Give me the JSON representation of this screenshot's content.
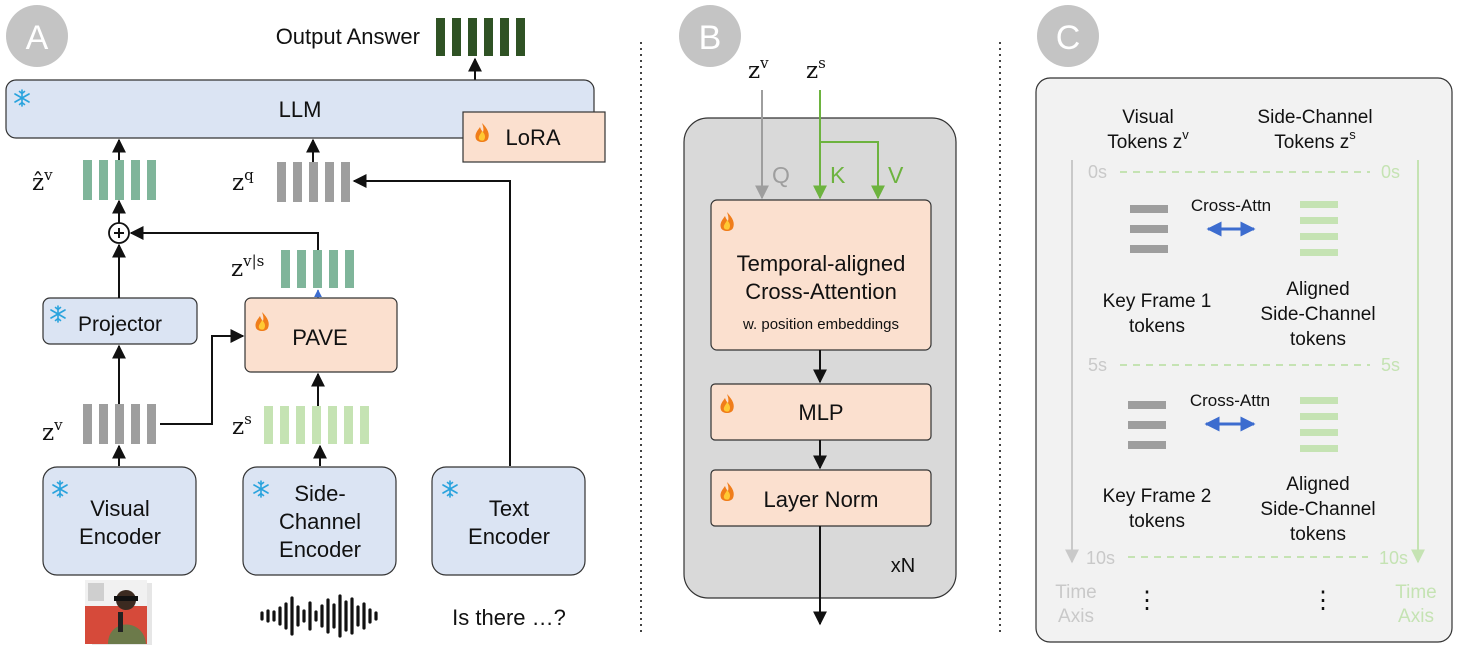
{
  "panelA": {
    "badge": "A",
    "output_answer": "Output Answer",
    "llm": "LLM",
    "lora": "LoRA",
    "zhat_v": "ẑ",
    "zhat_v_sup": "v",
    "z_q": "z",
    "z_q_sup": "q",
    "z_v_given_s": "z",
    "z_v_given_s_sup": "v|s",
    "projector": "Projector",
    "pave": "PAVE",
    "z_v": "z",
    "z_v_sup": "v",
    "z_s": "z",
    "z_s_sup": "s",
    "visual_encoder": [
      "Visual",
      "Encoder"
    ],
    "side_channel_encoder": [
      "Side-",
      "Channel",
      "Encoder"
    ],
    "text_encoder": [
      "Text",
      "Encoder"
    ],
    "question": "Is there …?"
  },
  "panelB": {
    "badge": "B",
    "z_v": "z",
    "z_v_sup": "v",
    "z_s": "z",
    "z_s_sup": "s",
    "q": "Q",
    "k": "K",
    "v": "V",
    "cross_attention": [
      "Temporal-aligned",
      "Cross-Attention"
    ],
    "cross_attention_sub": "w. position embeddings",
    "mlp": "MLP",
    "layer_norm": "Layer Norm",
    "repeat": "xN"
  },
  "panelC": {
    "badge": "C",
    "visual_tokens": [
      "Visual",
      "Tokens z"
    ],
    "visual_tokens_sup": "v",
    "side_tokens": [
      "Side-Channel",
      "Tokens z"
    ],
    "side_tokens_sup": "s",
    "t0_left": "0s",
    "t0_right": "0s",
    "t5_left": "5s",
    "t5_right": "5s",
    "t10_left": "10s",
    "t10_right": "10s",
    "cross_attn_1": "Cross-Attn",
    "cross_attn_2": "Cross-Attn",
    "key_frame_1": [
      "Key Frame 1",
      "tokens"
    ],
    "key_frame_2": [
      "Key Frame 2",
      "tokens"
    ],
    "aligned_1": [
      "Aligned",
      "Side-Channel",
      "tokens"
    ],
    "aligned_2": [
      "Aligned",
      "Side-Channel",
      "tokens"
    ],
    "time_axis_left": [
      "Time",
      "Axis"
    ],
    "time_axis_right": [
      "Time",
      "Axis"
    ],
    "ellipsis_left": "⋮",
    "ellipsis_right": "⋮"
  },
  "colors": {
    "frozen_box": "#dbe4f3",
    "trainable_box": "#fbe0cf",
    "visual_token": "#9e9e9e",
    "projected_token": "#7fb59a",
    "side_token": "#c5e3b3",
    "output_token": "#2f5224",
    "green_line": "#6db33f",
    "grey_panel": "#d9d9d9",
    "light_panel": "#f2f2f2",
    "badge": "#c4c4c4",
    "blue_arrow": "#3c6ccf"
  }
}
